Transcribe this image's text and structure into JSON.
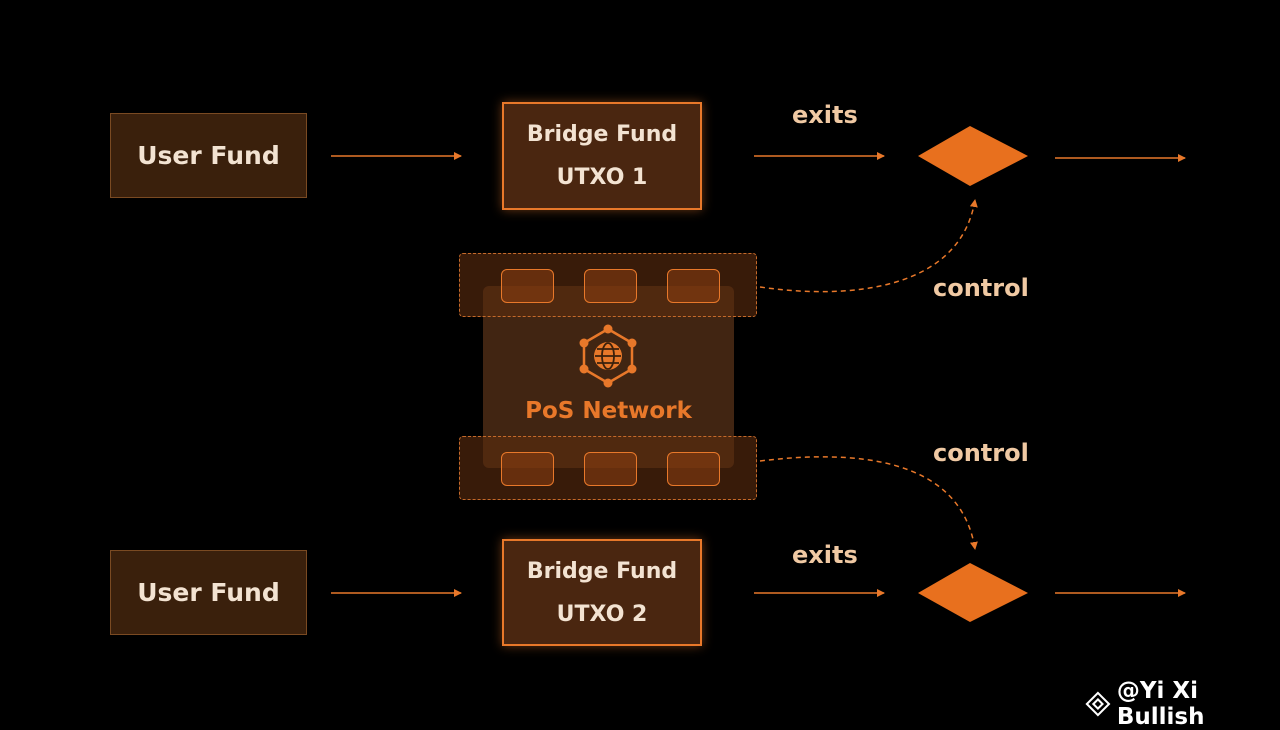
{
  "top_row": {
    "user_fund_label": "User Fund",
    "bridge_fund_line1": "Bridge Fund",
    "bridge_fund_line2": "UTXO 1",
    "exits_label": "exits",
    "control_label": "control"
  },
  "bottom_row": {
    "user_fund_label": "User Fund",
    "bridge_fund_line1": "Bridge Fund",
    "bridge_fund_line2": "UTXO 2",
    "exits_label": "exits",
    "control_label": "control"
  },
  "pos_network": {
    "title": "PoS Network",
    "icon": "network-globe-icon"
  },
  "watermark": {
    "text": "@Yi Xi Bullish",
    "icon": "binance-logo-icon"
  },
  "colors": {
    "background": "#000000",
    "accent_orange": "#e8782a",
    "box_fill": "#3a200c",
    "label_text": "#f0c9a3"
  }
}
